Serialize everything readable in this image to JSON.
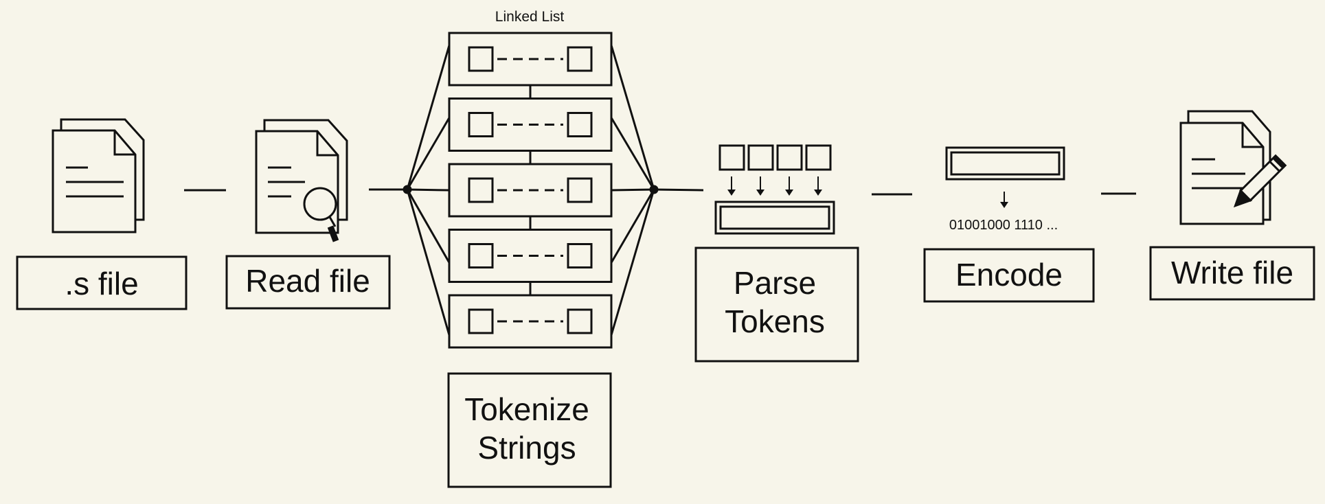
{
  "linked_list": {
    "title": "Linked List",
    "node_count": 5
  },
  "steps": [
    {
      "id": "s-file",
      "lines": [
        ".s file"
      ],
      "icon": "document-stack-icon"
    },
    {
      "id": "read-file",
      "lines": [
        "Read file"
      ],
      "icon": "document-search-icon"
    },
    {
      "id": "tokenize-strings",
      "lines": [
        "Tokenize",
        "Strings"
      ],
      "icon": "linked-list-icon"
    },
    {
      "id": "parse-tokens",
      "lines": [
        "Parse",
        "Tokens"
      ],
      "icon": "token-parse-icon"
    },
    {
      "id": "encode",
      "lines": [
        "Encode"
      ],
      "icon": "encode-icon"
    },
    {
      "id": "write-file",
      "lines": [
        "Write file"
      ],
      "icon": "document-edit-icon"
    }
  ],
  "encode_output": "01001000 1110 ...",
  "colors": {
    "background": "#f7f5ea",
    "stroke": "#111111"
  }
}
